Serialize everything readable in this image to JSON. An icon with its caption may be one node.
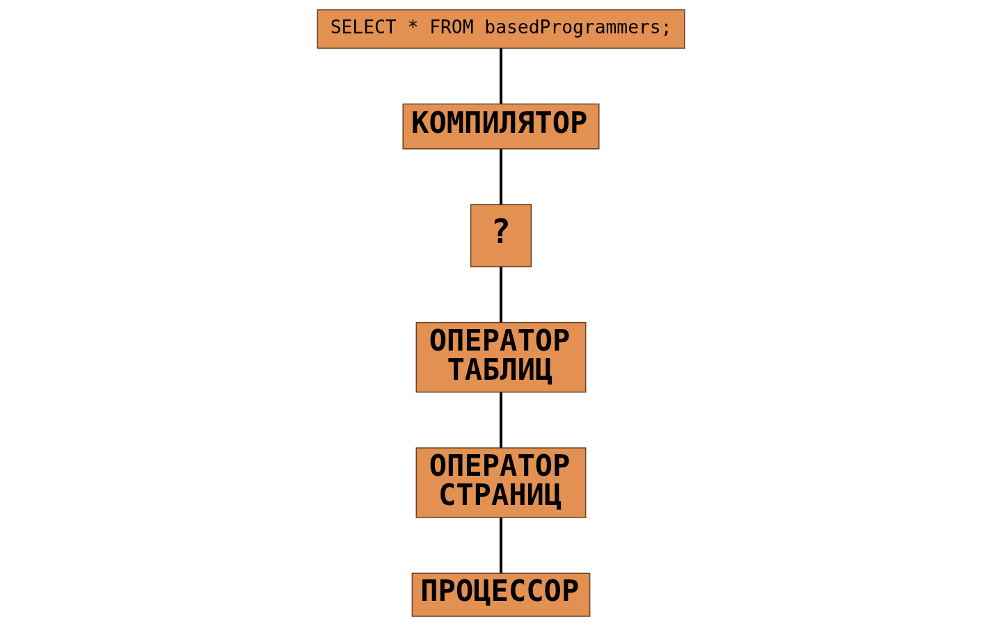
{
  "diagram": {
    "nodes": [
      {
        "text": [
          "SELECT * FROM basedProgrammers;"
        ]
      },
      {
        "text": [
          "КОМПИЛЯТОР"
        ]
      },
      {
        "text": [
          "?"
        ]
      },
      {
        "text": [
          "ОПЕРАТОР ТАБЛИЦ"
        ]
      },
      {
        "text": [
          "ОПЕРАТОР СТРАНИЦ"
        ]
      },
      {
        "text": [
          "ПРОЦЕССОР"
        ]
      }
    ],
    "edges": [
      {
        "from": 0,
        "to": 1,
        "arrow": "none"
      },
      {
        "from": 1,
        "to": 2,
        "arrow": "none"
      },
      {
        "from": 2,
        "to": 3,
        "arrow": "none"
      },
      {
        "from": 3,
        "to": 4,
        "arrow": "none"
      },
      {
        "from": 4,
        "to": 5,
        "arrow": "none"
      }
    ]
  }
}
